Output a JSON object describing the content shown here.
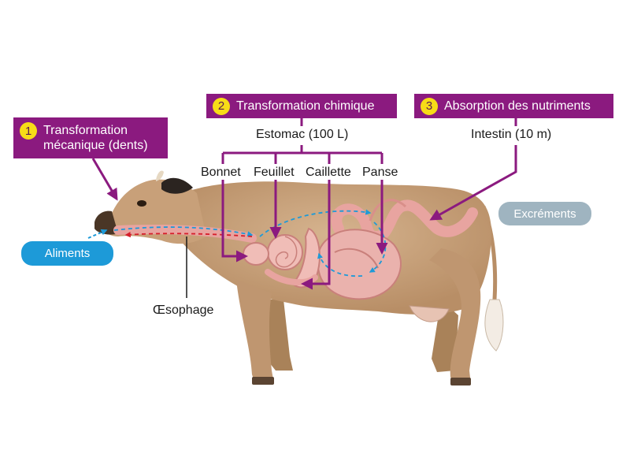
{
  "steps": [
    {
      "number": "1",
      "label_line1": "Transformation",
      "label_line2": "mécanique (dents)"
    },
    {
      "number": "2",
      "label": "Transformation chimique"
    },
    {
      "number": "3",
      "label": "Absorption des nutriments"
    }
  ],
  "organs": {
    "stomach": "Estomac (100 L)",
    "intestine": "Intestin (10 m)",
    "compartments": [
      "Bonnet",
      "Feuillet",
      "Caillette",
      "Panse"
    ],
    "esophagus": "Œsophage"
  },
  "flow": {
    "input": "Aliments",
    "output": "Excréments"
  },
  "colors": {
    "step_box": "#8b1a7f",
    "step_number_bg": "#f7dc17",
    "input_pill": "#1d9ad8",
    "output_pill": "#9fb4c0",
    "cow_body": "#c9a37d",
    "organs": "#e8a4a0",
    "flow_arrows_blue": "#1d9ad8",
    "flow_arrows_red": "#d61e2b"
  }
}
